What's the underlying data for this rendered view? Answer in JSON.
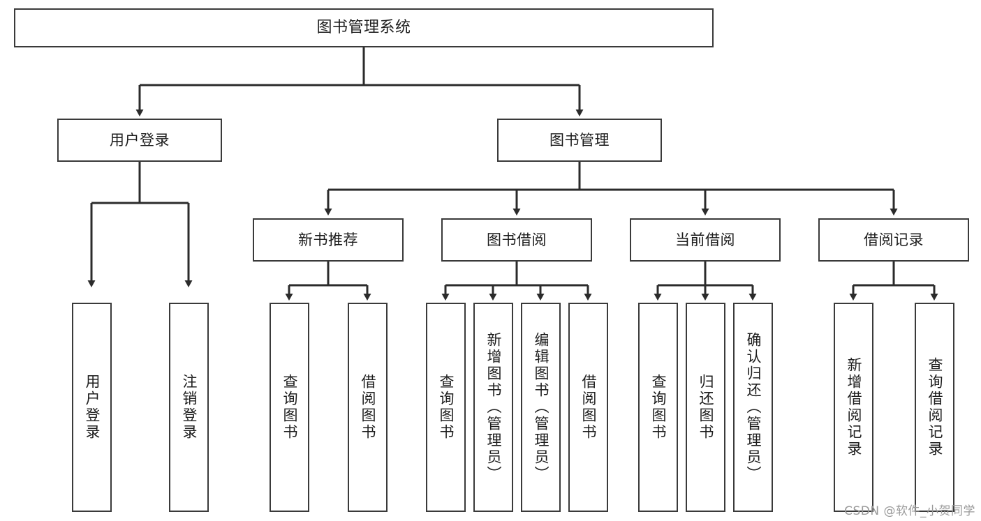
{
  "diagram": {
    "title": "图书管理系统",
    "type": "tree",
    "style": {
      "box_border_color": "#3a3a3a",
      "box_fill_color": "#ffffff",
      "connector_color": "#2b2b2b",
      "text_color": "#1d1d1d",
      "background": "#ffffff"
    },
    "root": {
      "label": "图书管理系统"
    },
    "level2": [
      {
        "label": "用户登录"
      },
      {
        "label": "图书管理"
      }
    ],
    "level3": [
      {
        "label": "新书推荐"
      },
      {
        "label": "图书借阅"
      },
      {
        "label": "当前借阅"
      },
      {
        "label": "借阅记录"
      }
    ],
    "leaves": {
      "user_login": [
        {
          "label": "用户登录"
        },
        {
          "label": "注销登录"
        }
      ],
      "new_book_recommend": [
        {
          "label": "查询图书"
        },
        {
          "label": "借阅图书"
        }
      ],
      "book_borrow": [
        {
          "label": "查询图书"
        },
        {
          "label": "新增图书（管理员）"
        },
        {
          "label": "编辑图书（管理员）"
        },
        {
          "label": "借阅图书"
        }
      ],
      "current_borrow": [
        {
          "label": "查询图书"
        },
        {
          "label": "归还图书"
        },
        {
          "label": "确认归还（管理员）"
        }
      ],
      "borrow_record": [
        {
          "label": "新增借阅记录"
        },
        {
          "label": "查询借阅记录"
        }
      ]
    }
  },
  "watermark": {
    "text": "CSDN @软件_小贺同学"
  }
}
